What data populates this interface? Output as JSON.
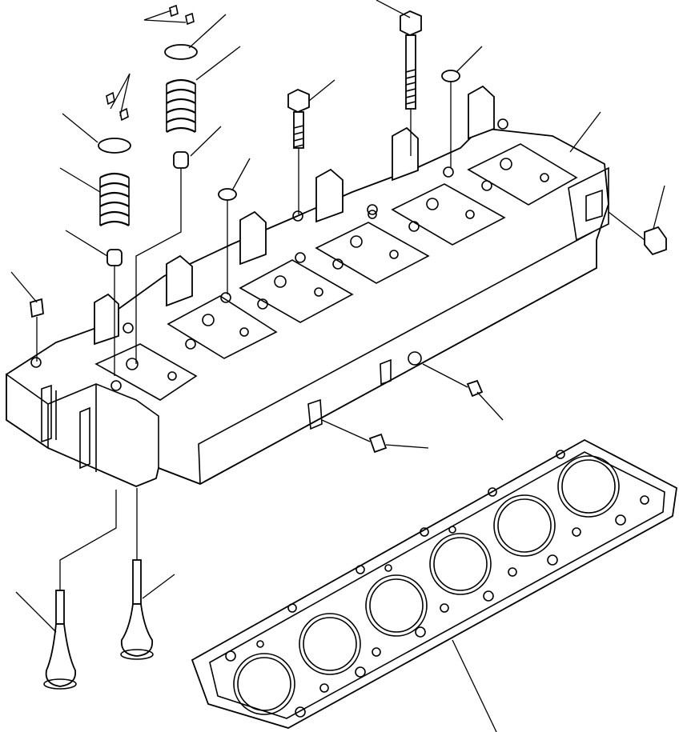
{
  "diagram": {
    "line_color": "#000000",
    "background": "#ffffff",
    "parts": [
      {
        "id": "valve-keepers-exhaust"
      },
      {
        "id": "spring-retainer-exhaust"
      },
      {
        "id": "valve-spring-exhaust"
      },
      {
        "id": "valve-stem-seal-exhaust"
      },
      {
        "id": "valve-keepers-intake"
      },
      {
        "id": "spring-retainer-intake"
      },
      {
        "id": "valve-spring-intake"
      },
      {
        "id": "valve-stem-seal-intake"
      },
      {
        "id": "head-bolt-long"
      },
      {
        "id": "head-bolt-short"
      },
      {
        "id": "sealing-washer-1"
      },
      {
        "id": "sealing-washer-2"
      },
      {
        "id": "cylinder-head"
      },
      {
        "id": "plug-rear"
      },
      {
        "id": "plug-front"
      },
      {
        "id": "plug-side-1"
      },
      {
        "id": "plug-side-2"
      },
      {
        "id": "intake-valve"
      },
      {
        "id": "exhaust-valve"
      },
      {
        "id": "head-gasket"
      }
    ]
  }
}
